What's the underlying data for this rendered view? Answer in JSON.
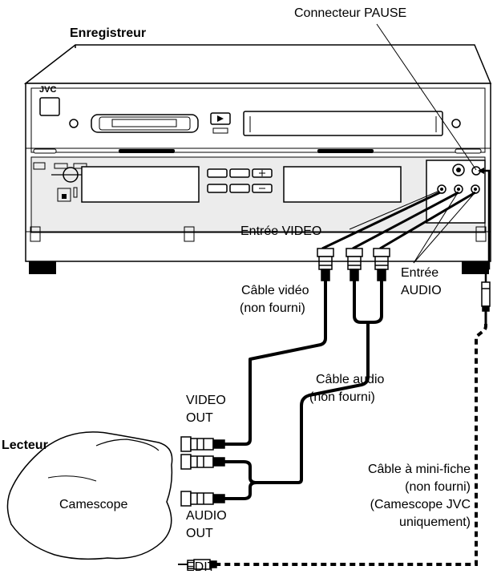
{
  "labels": {
    "recorder": "Enregistreur",
    "pause_connector": "Connecteur PAUSE",
    "brand": "JVC",
    "video_input": "Entrée VIDEO",
    "audio_input_1": "Entrée",
    "audio_input_2": "AUDIO",
    "video_cable_1": "Câble vidéo",
    "video_cable_2": "(non fourni)",
    "audio_cable_1": "Câble audio",
    "audio_cable_2": "(non fourni)",
    "video_out_1": "VIDEO",
    "video_out_2": "OUT",
    "player": "Lecteur",
    "camcorder": "Camescope",
    "audio_out_1": "AUDIO",
    "audio_out_2": "OUT",
    "edit": "EDIT",
    "mini_cable_1": "Câble à mini-fiche",
    "mini_cable_2": "(non fourni)",
    "mini_cable_3": "(Camescope JVC",
    "mini_cable_4": "uniquement)"
  },
  "colors": {
    "line": "#000000",
    "panel_gray": "#d0d0d0"
  }
}
